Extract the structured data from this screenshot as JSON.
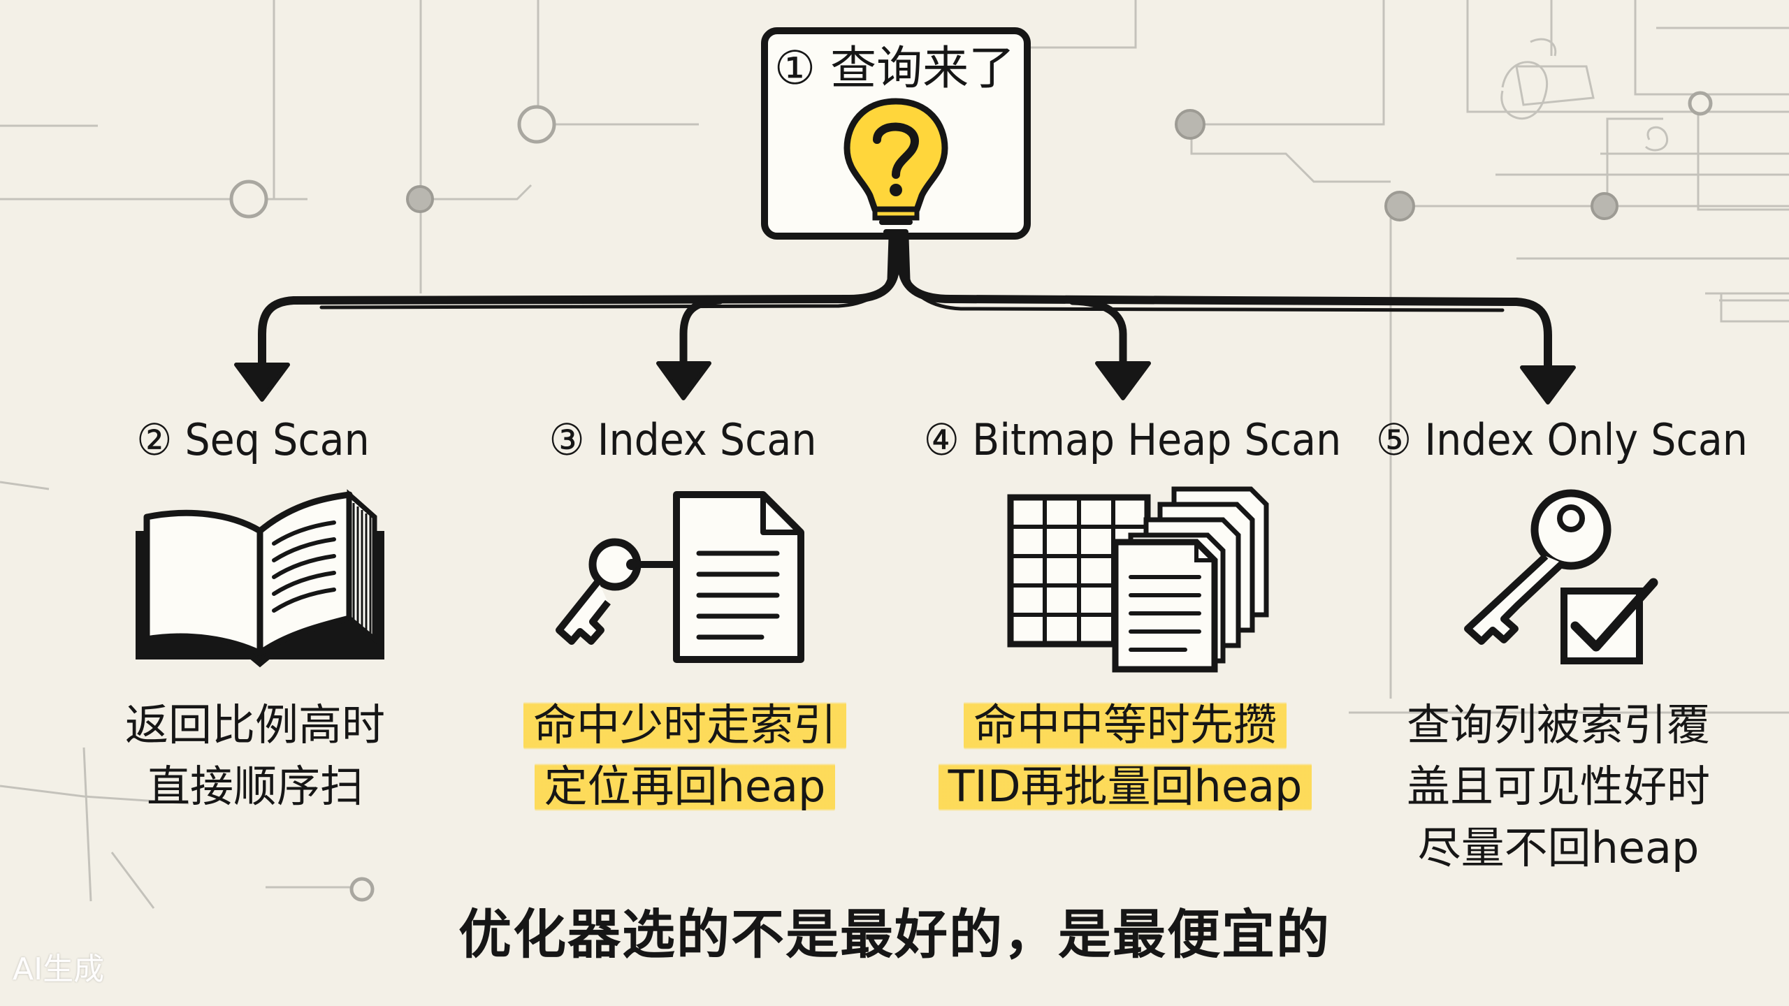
{
  "diagram": {
    "root": {
      "label": "① 查询来了",
      "icon": "lightbulb-question-icon"
    },
    "nodes": [
      {
        "id": "seq",
        "label": "② Seq Scan",
        "icon": "open-book-icon",
        "lines": [
          "返回比例高时",
          "直接顺序扫"
        ],
        "highlight": false
      },
      {
        "id": "index",
        "label": "③ Index Scan",
        "icon": "key-document-icon",
        "lines": [
          "命中少时走索引",
          "定位再回heap"
        ],
        "highlight": true
      },
      {
        "id": "bitmap",
        "label": "④ Bitmap Heap Scan",
        "icon": "grid-pages-icon",
        "lines": [
          "命中中等时先攒",
          "TID再批量回heap"
        ],
        "highlight": true
      },
      {
        "id": "indexonly",
        "label": "⑤ Index Only Scan",
        "icon": "key-checkbox-icon",
        "lines": [
          "查询列被索引覆",
          "盖且可见性好时",
          "尽量不回heap"
        ],
        "highlight": false
      }
    ],
    "footer": "优化器选的不是最好的，是最便宜的",
    "watermark": "AI生成",
    "colors": {
      "ink": "#161616",
      "highlight": "#ffd63b",
      "background": "#f3f0e7",
      "circuit": "#b8b8b8"
    }
  }
}
